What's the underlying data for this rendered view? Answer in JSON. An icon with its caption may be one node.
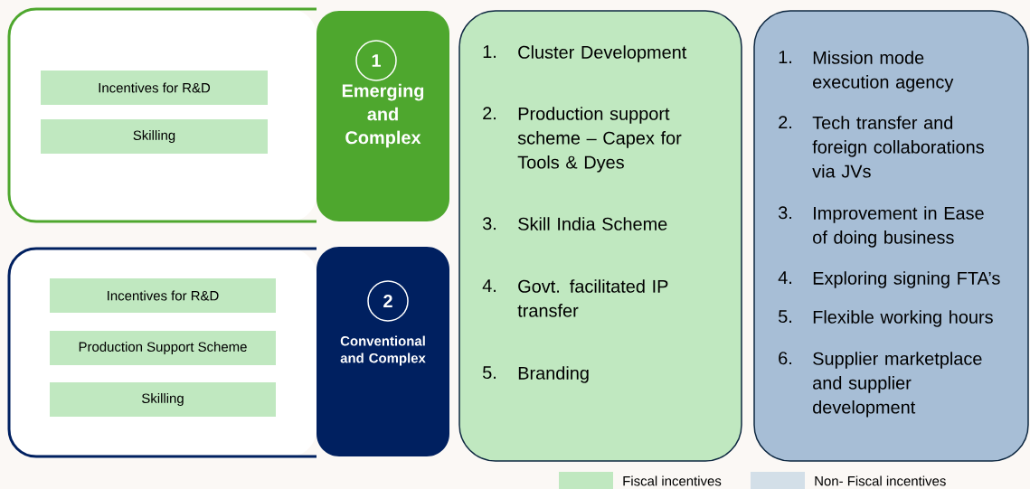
{
  "diagram": {
    "nodes": [
      {
        "text": [],
        "shape": "box"
      },
      {
        "text": [
          "Incentives for R&D"
        ],
        "in": 0
      },
      {
        "text": [
          "Skilling"
        ],
        "in": 0
      },
      {
        "text": [
          "Emerging and Complex"
        ]
      },
      {
        "text": [
          "1"
        ],
        "in": 3
      },
      {
        "text": [],
        "shape": "box"
      },
      {
        "text": [
          "Incentives for R&D"
        ],
        "in": 5
      },
      {
        "text": [
          "Production Support Scheme"
        ],
        "in": 5
      },
      {
        "text": [
          "Skilling"
        ],
        "in": 5
      },
      {
        "text": [
          "Conventional and Complex"
        ]
      },
      {
        "text": [
          "2"
        ],
        "in": 9
      },
      {
        "text": [
          "1.",
          "Cluster Development",
          "2.",
          "Production support scheme – Capex for Tools & Dyes",
          "3.",
          "Skill India Scheme",
          "4.",
          "Govt. facilitated IP transfer",
          "5.",
          "Branding"
        ]
      },
      {
        "text": [
          "1.",
          "Mission mode execution agency",
          "2.",
          "Tech transfer and foreign collaborations via JVs",
          "3.",
          "Improvement in Ease of doing business",
          "4.",
          "Exploring signing FTA’s",
          "5.",
          "Flexible working hours",
          "6.",
          "Supplier marketplace and supplier development"
        ]
      }
    ],
    "legend": [
      {
        "text": "Fiscal incentives",
        "color": "#c0e8c0"
      },
      {
        "text": "Non- Fiscal incentives",
        "color": "#d3dfe8"
      }
    ]
  }
}
